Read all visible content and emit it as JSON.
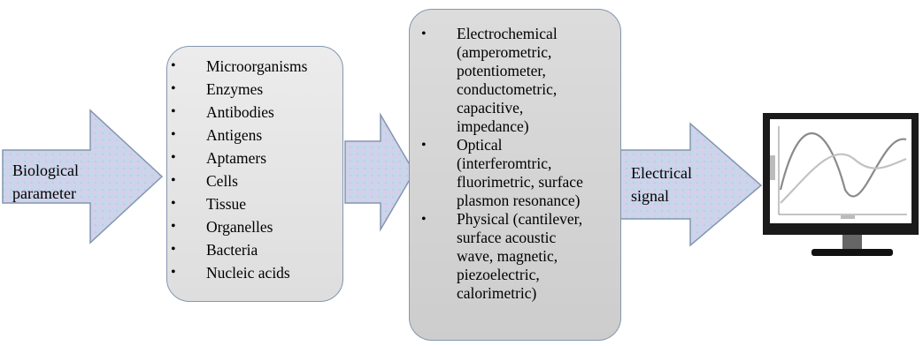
{
  "input_label": [
    "Biological",
    "parameter"
  ],
  "bioreceptors": [
    "Microorganisms",
    "Enzymes",
    "Antibodies",
    "Antigens",
    "Aptamers",
    "Cells",
    "Tissue",
    "Organelles",
    "Bacteria",
    "Nucleic acids"
  ],
  "transducers": [
    [
      "Electrochemical",
      "(amperometric,",
      "potentiometer,",
      "conductometric,",
      "capacitive,",
      "impedance)"
    ],
    [
      "Optical",
      "(interferomtric,",
      "fluorimetric, surface",
      "plasmon resonance)"
    ],
    [
      "Physical (cantilever,",
      "surface acoustic",
      "wave, magnetic,",
      "piezoelectric,",
      "calorimetric)"
    ]
  ],
  "output_label": [
    "Electrical",
    "signal"
  ],
  "bullet_glyph": "•",
  "colors": {
    "arrow_fill": "#c5cfe6",
    "arrow_stroke": "#8496b0",
    "box_border": "#8496b0"
  }
}
